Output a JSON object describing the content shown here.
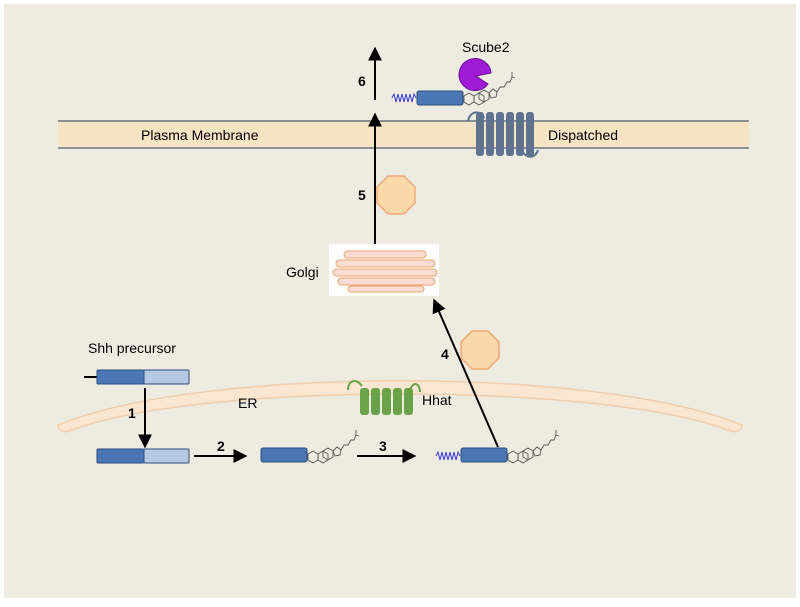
{
  "labels": {
    "scube2": "Scube2",
    "plasma_membrane": "Plasma Membrane",
    "dispatched": "Dispatched",
    "golgi": "Golgi",
    "shh_precursor": "Shh precursor",
    "er": "ER",
    "hhat": "Hhat"
  },
  "steps": [
    "1",
    "2",
    "3",
    "4",
    "5",
    "6"
  ],
  "colors": {
    "background": "#eeebe1",
    "membrane": "#f7e4c3",
    "membrane_line": "#8a8f96",
    "er": "#fae7d2",
    "er_edge": "#efcfae",
    "protein_dark": "#4a77b4",
    "protein_light": "#b5c9e3",
    "protein_edge": "#2f4f7a",
    "dispatched": "#5f7290",
    "hhat": "#6aa24a",
    "scube2": "#a01bd6",
    "vesicle_fill": "#fbd8a8",
    "vesicle_edge": "#eea97a",
    "golgi_fill": "#fbdcd4",
    "golgi_edge": "#e9a56a",
    "palmitate": "#3a3ae0",
    "arrow": "#000000"
  }
}
